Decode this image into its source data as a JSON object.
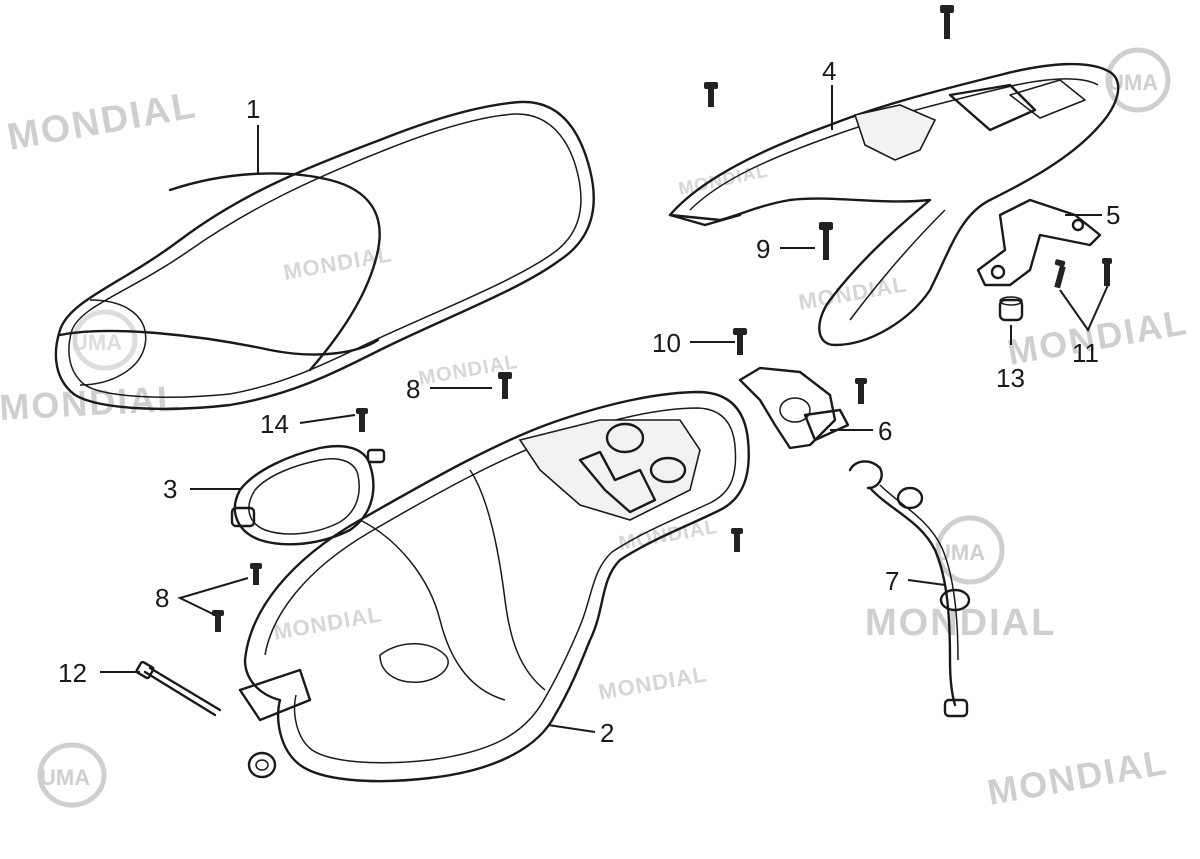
{
  "watermarks": {
    "brand": "MONDIAL",
    "logo": "UMA"
  },
  "callouts": [
    {
      "id": "c1",
      "label": "1"
    },
    {
      "id": "c2",
      "label": "2"
    },
    {
      "id": "c3",
      "label": "3"
    },
    {
      "id": "c4",
      "label": "4"
    },
    {
      "id": "c5",
      "label": "5"
    },
    {
      "id": "c6",
      "label": "6"
    },
    {
      "id": "c7",
      "label": "7"
    },
    {
      "id": "c8a",
      "label": "8"
    },
    {
      "id": "c8b",
      "label": "8"
    },
    {
      "id": "c9",
      "label": "9"
    },
    {
      "id": "c10",
      "label": "10"
    },
    {
      "id": "c11",
      "label": "11"
    },
    {
      "id": "c12",
      "label": "12"
    },
    {
      "id": "c13",
      "label": "13"
    },
    {
      "id": "c14",
      "label": "14"
    }
  ],
  "colors": {
    "line": "#1a1a1a",
    "watermark": "#cfcfcf",
    "background": "#ffffff"
  }
}
